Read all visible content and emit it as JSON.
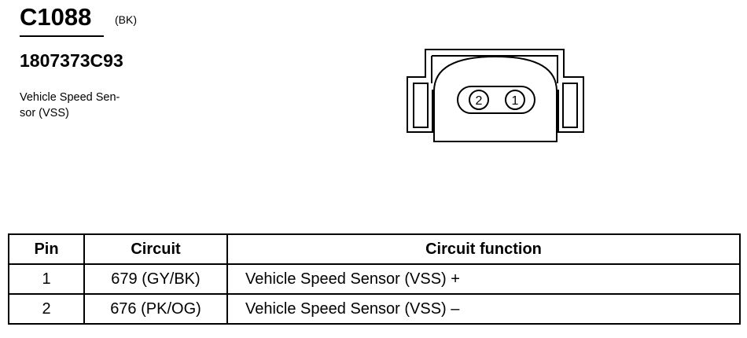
{
  "connector": {
    "id": "C1088",
    "color_code": "(BK)",
    "part_number": "1807373C93",
    "description_line1": "Vehicle Speed Sen-",
    "description_line2": "sor (VSS)"
  },
  "diagram": {
    "pin_labels": [
      "2",
      "1"
    ]
  },
  "table": {
    "headers": [
      "Pin",
      "Circuit",
      "Circuit function"
    ],
    "rows": [
      {
        "pin": "1",
        "circuit": "679 (GY/BK)",
        "function": "Vehicle Speed Sensor (VSS) +"
      },
      {
        "pin": "2",
        "circuit": "676 (PK/OG)",
        "function": "Vehicle Speed Sensor (VSS) –"
      }
    ]
  }
}
